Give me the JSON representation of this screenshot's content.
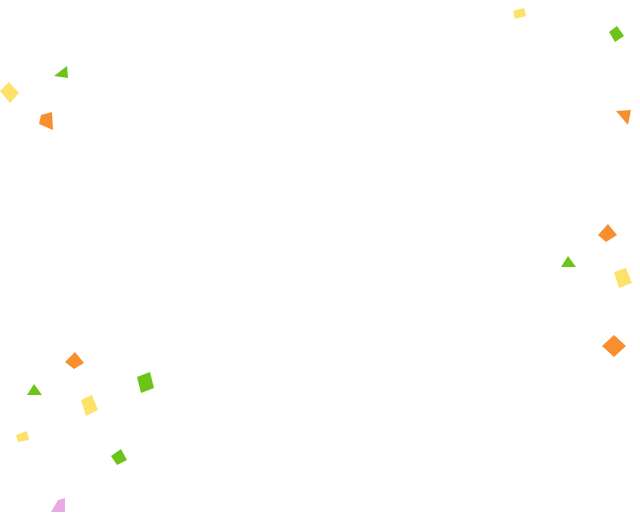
{
  "palette": {
    "background": "#ffffff",
    "yellow": "#fde26a",
    "green": "#6cc417",
    "orange": "#f78f2e",
    "pink": "#e8a9e4"
  },
  "confetti": [
    {
      "shape": "square",
      "color": "yellow"
    },
    {
      "shape": "triangle",
      "color": "green"
    },
    {
      "shape": "square",
      "color": "orange"
    },
    {
      "shape": "square",
      "color": "yellow"
    },
    {
      "shape": "square",
      "color": "green"
    },
    {
      "shape": "triangle",
      "color": "orange"
    },
    {
      "shape": "square",
      "color": "orange"
    },
    {
      "shape": "triangle",
      "color": "green"
    },
    {
      "shape": "square",
      "color": "yellow"
    },
    {
      "shape": "square",
      "color": "orange"
    },
    {
      "shape": "square",
      "color": "orange"
    },
    {
      "shape": "triangle",
      "color": "green"
    },
    {
      "shape": "square",
      "color": "green"
    },
    {
      "shape": "square",
      "color": "yellow"
    },
    {
      "shape": "square",
      "color": "yellow"
    },
    {
      "shape": "square",
      "color": "green"
    },
    {
      "shape": "triangle",
      "color": "pink"
    }
  ]
}
